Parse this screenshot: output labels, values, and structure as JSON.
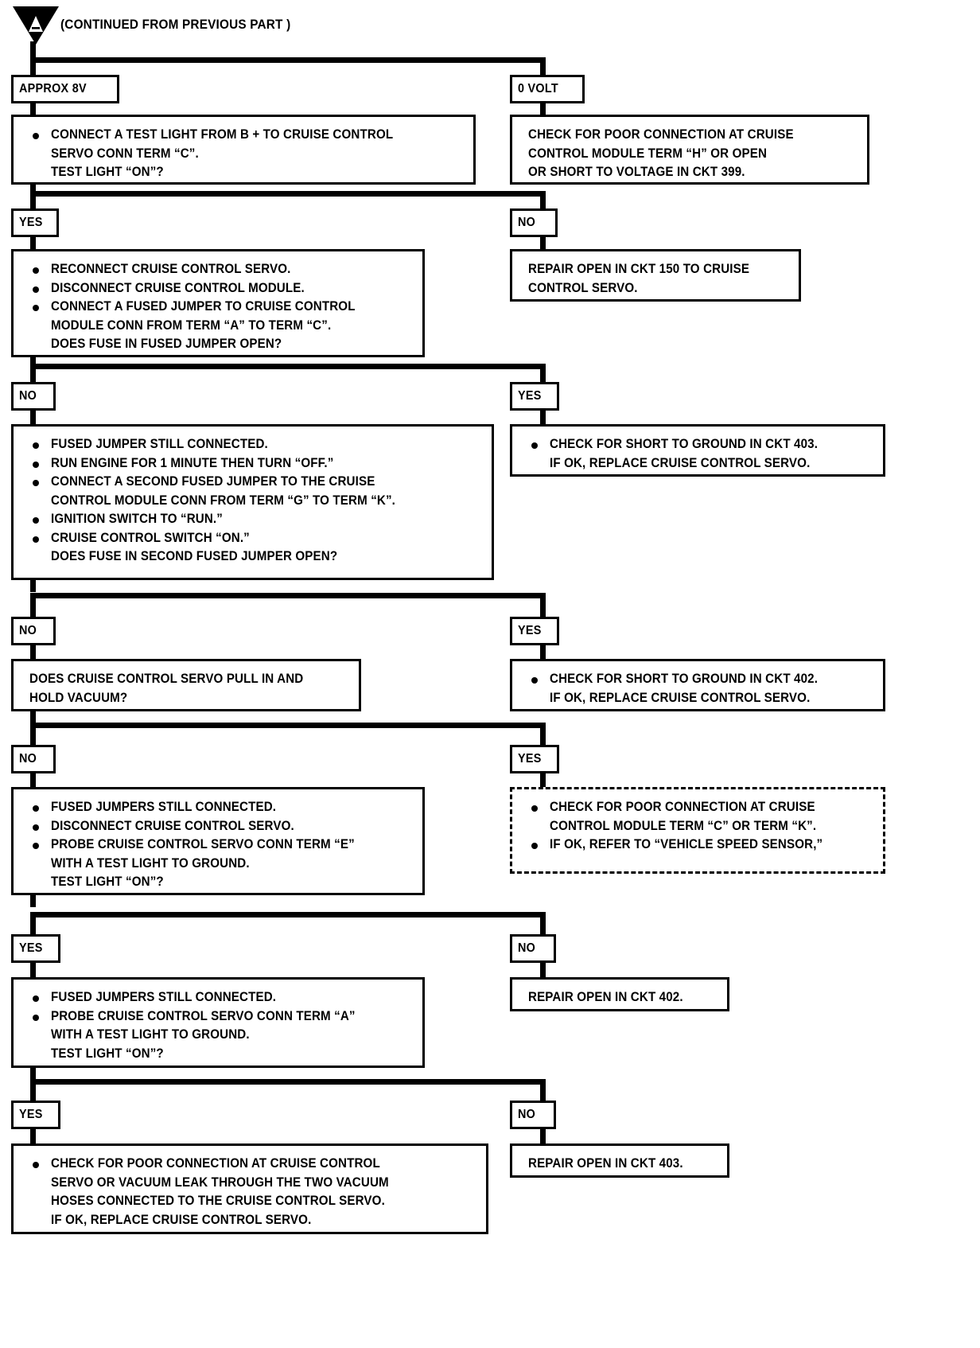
{
  "document": {
    "type": "diagnostic-flowchart",
    "header_note": "(CONTINUED FROM PREVIOUS PART )",
    "connector_symbol_label": "A"
  },
  "nodes": {
    "n1_left_label": "APPROX 8V",
    "n1_right_label": "0 VOLT",
    "box1_left": [
      "CONNECT A TEST LIGHT FROM B +  TO CRUISE CONTROL",
      "SERVO CONN TERM “C”.",
      "TEST LIGHT “ON”?"
    ],
    "box1_right": [
      "CHECK FOR POOR CONNECTION AT CRUISE",
      "CONTROL MODULE TERM “H” OR OPEN",
      "OR SHORT TO VOLTAGE IN CKT 399."
    ],
    "n2_left_label": "YES",
    "n2_right_label": "NO",
    "box2_left": [
      "RECONNECT CRUISE CONTROL SERVO.",
      "DISCONNECT CRUISE CONTROL MODULE.",
      "CONNECT A FUSED JUMPER TO CRUISE CONTROL",
      "MODULE CONN FROM TERM “A” TO TERM “C”.",
      "DOES FUSE IN FUSED JUMPER OPEN?"
    ],
    "box2_right": [
      "REPAIR OPEN IN CKT 150 TO CRUISE",
      "CONTROL SERVO."
    ],
    "n3_left_label": "NO",
    "n3_right_label": "YES",
    "box3_left": [
      "FUSED JUMPER STILL CONNECTED.",
      "RUN ENGINE FOR 1 MINUTE THEN TURN “OFF.”",
      "CONNECT A SECOND FUSED JUMPER TO THE CRUISE",
      "CONTROL MODULE CONN FROM TERM “G” TO TERM “K”.",
      "IGNITION SWITCH TO “RUN.”",
      "CRUISE CONTROL SWITCH “ON.”",
      "DOES FUSE IN SECOND FUSED JUMPER OPEN?"
    ],
    "box3_right": [
      "CHECK FOR SHORT TO GROUND IN CKT 403.",
      "IF OK, REPLACE CRUISE CONTROL SERVO."
    ],
    "n4_left_label": "NO",
    "n4_right_label": "YES",
    "box4_left": [
      "DOES CRUISE CONTROL SERVO PULL IN AND",
      "HOLD VACUUM?"
    ],
    "box4_right": [
      "CHECK FOR SHORT TO GROUND IN CKT 402.",
      "IF OK, REPLACE CRUISE CONTROL SERVO."
    ],
    "n5_left_label": "NO",
    "n5_right_label": "YES",
    "box5_left": [
      "FUSED JUMPERS STILL CONNECTED.",
      "DISCONNECT CRUISE CONTROL SERVO.",
      "PROBE CRUISE CONTROL SERVO CONN TERM “E”",
      "WITH A TEST LIGHT TO GROUND.",
      "TEST LIGHT “ON”?"
    ],
    "box5_right": [
      "CHECK FOR POOR CONNECTION AT CRUISE",
      "CONTROL MODULE TERM “C” OR TERM “K”.",
      "IF OK, REFER TO “VEHICLE SPEED SENSOR,”"
    ],
    "n6_left_label": "YES",
    "n6_right_label": "NO",
    "box6_left": [
      "FUSED JUMPERS STILL CONNECTED.",
      "PROBE CRUISE CONTROL SERVO CONN TERM “A”",
      "WITH A TEST LIGHT TO GROUND.",
      "TEST LIGHT “ON”?"
    ],
    "box6_right": [
      "REPAIR OPEN IN CKT 402."
    ],
    "n7_left_label": "YES",
    "n7_right_label": "NO",
    "box7_left": [
      "CHECK FOR POOR CONNECTION AT CRUISE CONTROL",
      "SERVO OR  VACUUM LEAK THROUGH THE TWO VACUUM",
      "HOSES CONNECTED TO THE CRUISE CONTROL SERVO.",
      "IF OK, REPLACE CRUISE CONTROL SERVO."
    ],
    "box7_right": [
      "REPAIR OPEN IN CKT 403."
    ]
  },
  "colors": {
    "ink": "#000000",
    "paper": "#ffffff"
  }
}
